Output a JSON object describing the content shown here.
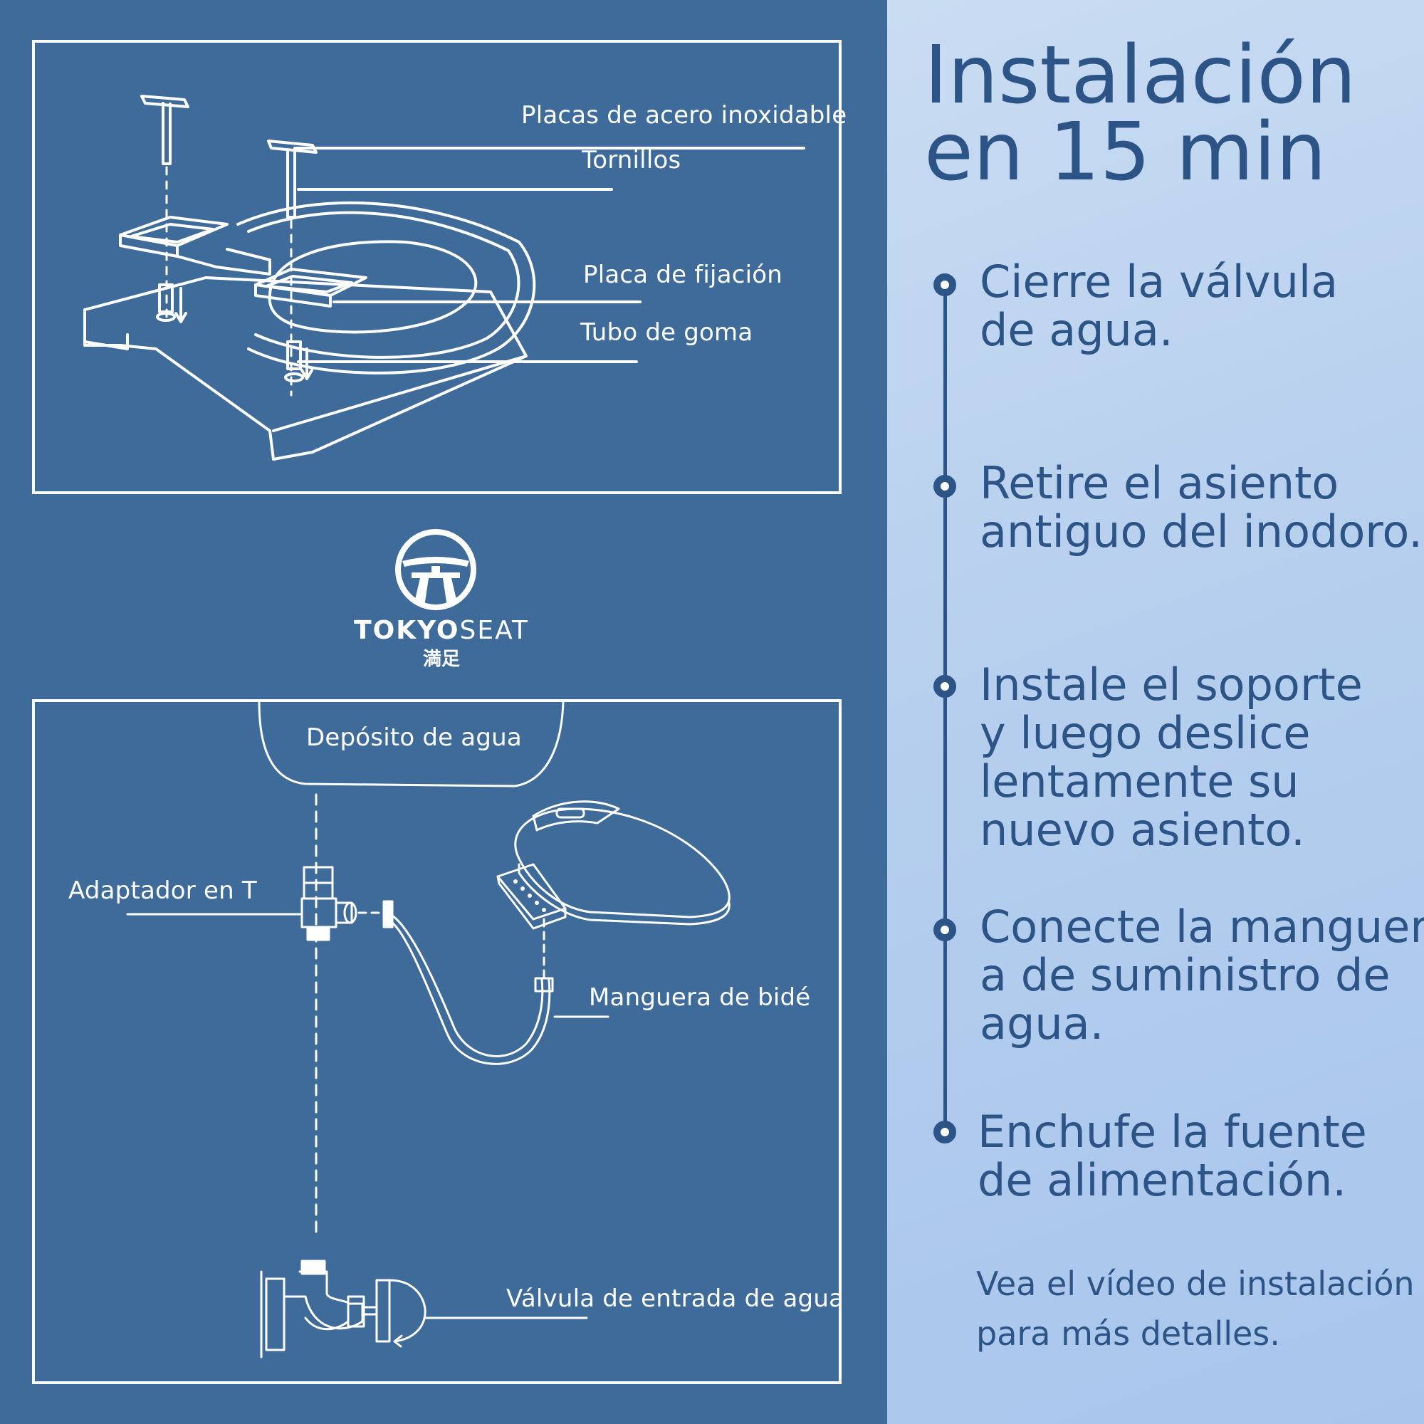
{
  "diagram_top": {
    "labels": {
      "steel_plates": "Placas de acero inoxidable",
      "screws": "Tornillos",
      "fixing_plate": "Placa de fijación",
      "rubber_tube": "Tubo de goma"
    }
  },
  "brand": {
    "name_bold": "TOKYO",
    "name_light": "SEAT",
    "kanji": "満足"
  },
  "diagram_bottom": {
    "labels": {
      "water_tank": "Depósito de agua",
      "t_adapter": "Adaptador en T",
      "bidet_hose": "Manguera de bidé",
      "inlet_valve": "Válvula de entrada de agua"
    }
  },
  "instructions": {
    "title_line1": "Instalación",
    "title_line2": "en 15 min",
    "steps": [
      "Cierre la válvula\nde agua.",
      "Retire el asiento\nantiguo del inodoro.",
      "Instale el soporte\ny luego deslice\nlentamente su\nnuevo asiento.",
      "Conecte la manguer\na de suministro de\nagua.",
      "Enchufe la fuente\nde alimentación."
    ],
    "footer": "Vea el vídeo de instalación\npara más detalles."
  },
  "colors": {
    "left_background": "#3f6b9a",
    "right_background": "#b6cfee",
    "accent_text": "#2c5487",
    "line_art": "#ffffff"
  }
}
